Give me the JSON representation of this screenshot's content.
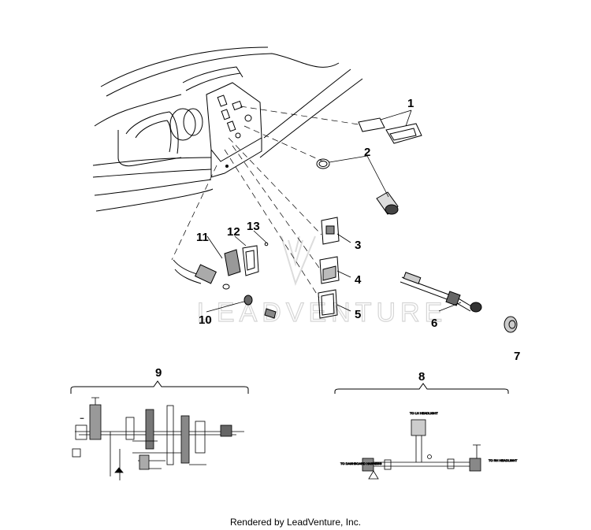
{
  "callouts": [
    "1",
    "2",
    "3",
    "4",
    "5",
    "6",
    "7",
    "8",
    "9",
    "10",
    "11",
    "12",
    "13"
  ],
  "watermark": {
    "text": "LEADVENTURE"
  },
  "schematic8": {
    "labels": [
      "TO LH HEADLIGHT",
      "TO DASHBOARD HARNESS",
      "TO RH HEADLIGHT"
    ]
  },
  "footer": {
    "text": "Rendered by LeadVenture, Inc."
  }
}
